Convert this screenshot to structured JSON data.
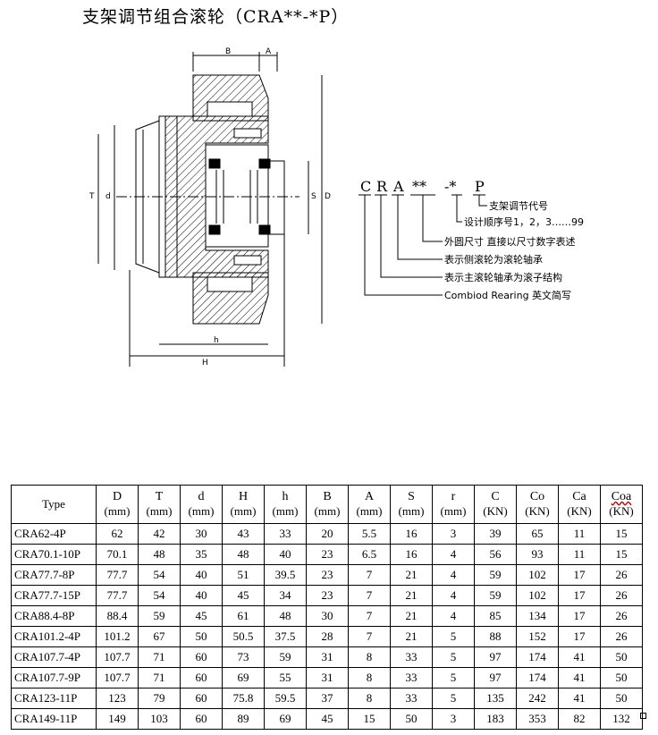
{
  "title": "支架调节组合滚轮（CRA**-*P）",
  "drawing": {
    "dims": {
      "B": "B",
      "A": "A",
      "T": "T",
      "d": "d",
      "D": "D",
      "S": "S",
      "h": "h",
      "H": "H"
    }
  },
  "code_diagram": {
    "code": [
      "C",
      "R",
      "A",
      "**",
      "-*",
      "P"
    ],
    "notes": [
      "支架调节代号",
      "设计顺序号1，2，3……99",
      "外圆尺寸 直接以尺寸数字表述",
      "表示侧滚轮为滚轮轴承",
      "表示主滚轮轴承为滚子结构",
      "Combiod Rearing 英文简写"
    ]
  },
  "table": {
    "type_header": "Type",
    "columns": [
      {
        "sym": "D",
        "unit": "(mm)"
      },
      {
        "sym": "T",
        "unit": "(mm)"
      },
      {
        "sym": "d",
        "unit": "(mm)"
      },
      {
        "sym": "H",
        "unit": "(mm)"
      },
      {
        "sym": "h",
        "unit": "(mm)"
      },
      {
        "sym": "B",
        "unit": "(mm)"
      },
      {
        "sym": "A",
        "unit": "(mm)"
      },
      {
        "sym": "S",
        "unit": "(mm)"
      },
      {
        "sym": "r",
        "unit": "(mm)"
      },
      {
        "sym": "C",
        "unit": "(KN)"
      },
      {
        "sym": "Co",
        "unit": "(KN)"
      },
      {
        "sym": "Ca",
        "unit": "(KN)"
      },
      {
        "sym": "Coa",
        "unit": "(KN)"
      }
    ],
    "rows": [
      [
        "CRA62-4P",
        "62",
        "42",
        "30",
        "43",
        "33",
        "20",
        "5.5",
        "16",
        "3",
        "39",
        "65",
        "11",
        "15"
      ],
      [
        "CRA70.1-10P",
        "70.1",
        "48",
        "35",
        "48",
        "40",
        "23",
        "6.5",
        "16",
        "4",
        "56",
        "93",
        "11",
        "15"
      ],
      [
        "CRA77.7-8P",
        "77.7",
        "54",
        "40",
        "51",
        "39.5",
        "23",
        "7",
        "21",
        "4",
        "59",
        "102",
        "17",
        "26"
      ],
      [
        "CRA77.7-15P",
        "77.7",
        "54",
        "40",
        "45",
        "34",
        "23",
        "7",
        "21",
        "4",
        "59",
        "102",
        "17",
        "26"
      ],
      [
        "CRA88.4-8P",
        "88.4",
        "59",
        "45",
        "61",
        "48",
        "30",
        "7",
        "21",
        "4",
        "85",
        "134",
        "17",
        "26"
      ],
      [
        "CRA101.2-4P",
        "101.2",
        "67",
        "50",
        "50.5",
        "37.5",
        "28",
        "7",
        "21",
        "5",
        "88",
        "152",
        "17",
        "26"
      ],
      [
        "CRA107.7-4P",
        "107.7",
        "71",
        "60",
        "73",
        "59",
        "31",
        "8",
        "33",
        "5",
        "97",
        "174",
        "41",
        "50"
      ],
      [
        "CRA107.7-9P",
        "107.7",
        "71",
        "60",
        "69",
        "55",
        "31",
        "8",
        "33",
        "5",
        "97",
        "174",
        "41",
        "50"
      ],
      [
        "CRA123-11P",
        "123",
        "79",
        "60",
        "75.8",
        "59.5",
        "37",
        "8",
        "33",
        "5",
        "135",
        "242",
        "41",
        "50"
      ],
      [
        "CRA149-11P",
        "149",
        "103",
        "60",
        "89",
        "69",
        "45",
        "15",
        "50",
        "3",
        "183",
        "353",
        "82",
        "132"
      ]
    ]
  }
}
